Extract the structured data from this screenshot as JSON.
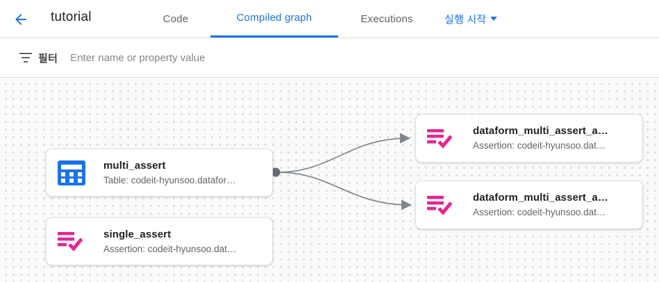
{
  "header": {
    "back_icon": "arrow-back",
    "title": "tutorial",
    "tabs": [
      {
        "label": "Code",
        "active": false
      },
      {
        "label": "Compiled graph",
        "active": true
      },
      {
        "label": "Executions",
        "active": false
      }
    ],
    "start_execution": {
      "label": "실행 시작",
      "caret_icon": "arrow-drop-down"
    },
    "accent_color": "#1a73e8"
  },
  "filter": {
    "icon": "filter-list-icon",
    "label": "필터",
    "placeholder": "Enter name or property value"
  },
  "graph": {
    "nodes": [
      {
        "title": "multi_assert",
        "subtitle": "Table: codeit-hyunsoo.datafor…",
        "type": "table"
      },
      {
        "title": "single_assert",
        "subtitle": "Assertion: codeit-hyunsoo.dat…",
        "type": "assertion"
      },
      {
        "title": "dataform_multi_assert_a…",
        "subtitle": "Assertion: codeit-hyunsoo.dat…",
        "type": "assertion"
      },
      {
        "title": "dataform_multi_assert_a…",
        "subtitle": "Assertion: codeit-hyunsoo.dat…",
        "type": "assertion"
      }
    ],
    "edges": [
      {
        "from": "multi_assert",
        "to": "dataform_multi_assert_a… (top)"
      },
      {
        "from": "multi_assert",
        "to": "dataform_multi_assert_a… (bottom)"
      }
    ],
    "colors": {
      "table_icon": "#1a73e8",
      "assertion_icon": "#e52592",
      "edge": "#80868b"
    }
  }
}
